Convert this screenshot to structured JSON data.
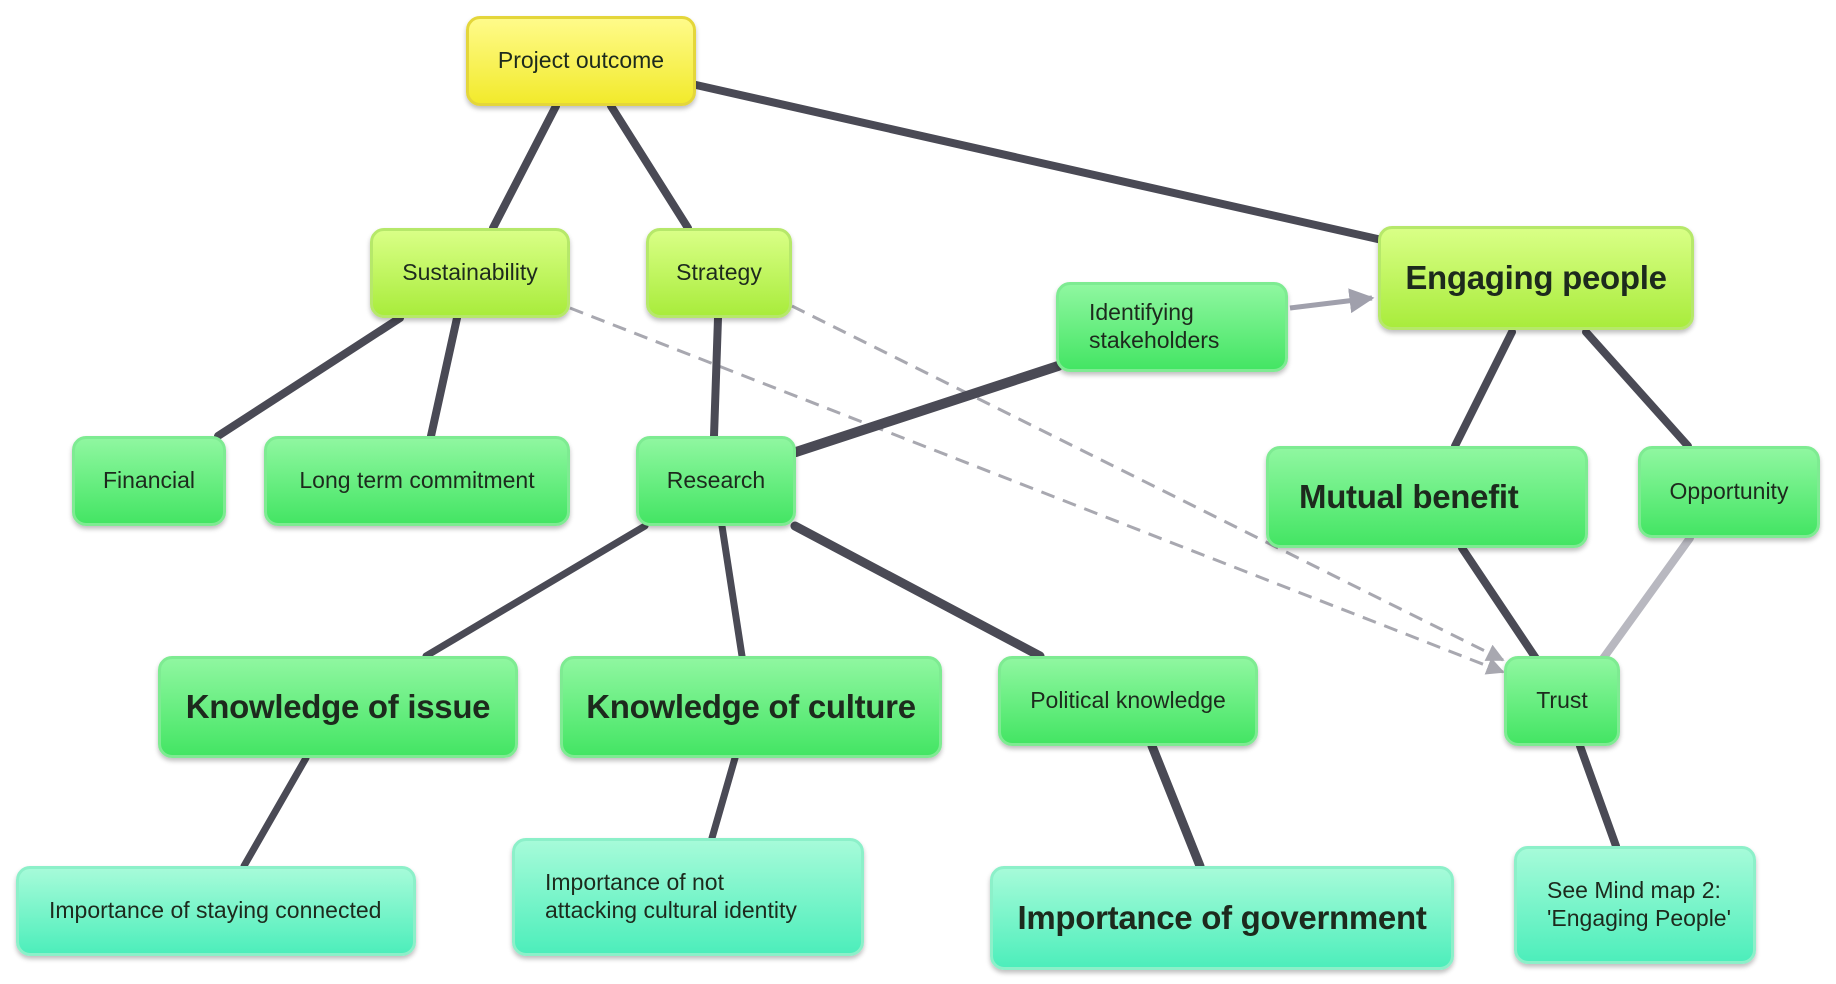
{
  "nodes": {
    "project_outcome": "Project outcome",
    "sustainability": "Sustainability",
    "strategy": "Strategy",
    "engaging_people": "Engaging people",
    "identifying_stakeholders": "Identifying stakeholders",
    "financial": "Financial",
    "long_term_commitment": "Long term commitment",
    "research": "Research",
    "mutual_benefit": "Mutual benefit",
    "opportunity": "Opportunity",
    "knowledge_of_issue": "Knowledge of issue",
    "knowledge_of_culture": "Knowledge of culture",
    "political_knowledge": "Political knowledge",
    "trust": "Trust",
    "importance_staying_connected": "Importance of staying connected",
    "importance_not_attacking": "Importance of not attacking cultural identity",
    "importance_of_government": "Importance of government",
    "see_mind_map_2": "See Mind map 2: 'Engaging People'"
  },
  "colors": {
    "yellow": "#f2ea2c",
    "lime": "#a9ec3c",
    "green": "#44e564",
    "teal": "#4deebb",
    "solid_link": "#4a4a55",
    "light_link": "#b8b8c0",
    "dashed_link": "#a8a8b0"
  }
}
